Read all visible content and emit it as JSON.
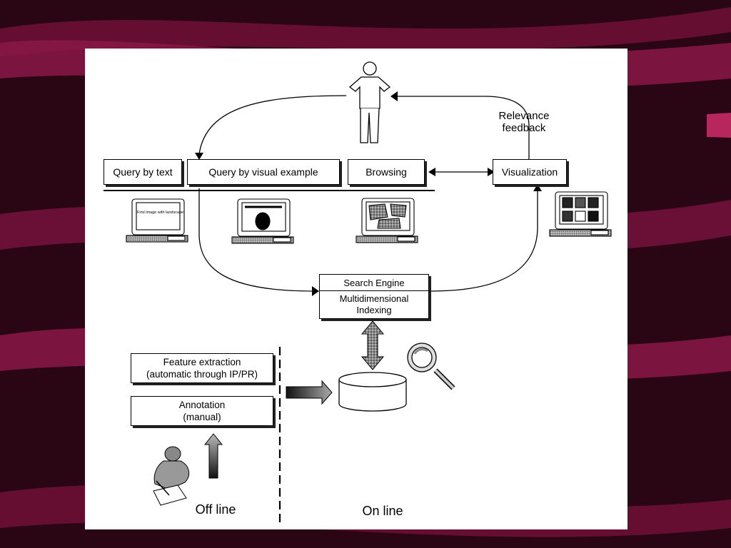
{
  "slide": {
    "colors": {
      "background": "#2a0513",
      "wave": "#8a1746",
      "accent_tab": "#b8265e",
      "panel": "#ffffff"
    }
  },
  "diagram": {
    "query_modes": {
      "text": "Query by text",
      "visual": "Query by visual example",
      "browsing": "Browsing"
    },
    "visualization": "Visualization",
    "relevance_feedback": "Relevance\nfeedback",
    "search_engine": "Search Engine",
    "indexing": "Multidimensional\nIndexing",
    "feature_extraction": "Feature extraction\n(automatic through IP/PR)",
    "annotation": "Annotation\n(manual)",
    "offline": "Off line",
    "online": "On line",
    "screen_text": "Find image with  landscape",
    "icons": [
      "user-figure-icon",
      "computer-text-query-icon",
      "computer-visual-example-icon",
      "computer-browsing-icon",
      "computer-visualization-icon",
      "database-icon",
      "magnifier-icon",
      "annotator-person-icon"
    ]
  }
}
